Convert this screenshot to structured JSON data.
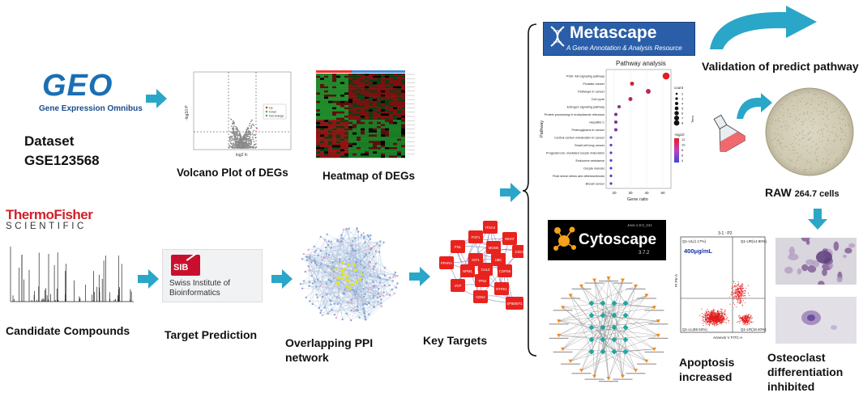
{
  "geo": {
    "logo_text": "GEO",
    "logo_sub": "Gene Expression Omnibus",
    "dataset_label": "Dataset",
    "dataset_id": "GSE123568"
  },
  "volcano": {
    "caption": "Volcano Plot of DEGs",
    "xlabel": "log2 fc",
    "ylabel": "-log10 P",
    "legend": [
      "Up",
      "Down",
      "Not change"
    ]
  },
  "heatmap": {
    "caption": "Heatmap of DEGs"
  },
  "thermo": {
    "brand_line1": "ThermoFisher",
    "brand_line2": "SCIENTIFIC",
    "caption": "Candidate Compounds"
  },
  "sib": {
    "logo_text": "SIB",
    "name_line1": "Swiss Institute of",
    "name_line2": "Bioinformatics",
    "caption": "Target Prediction"
  },
  "ppi": {
    "caption_line1": "Overlapping PPI",
    "caption_line2": "network"
  },
  "key_targets": {
    "caption": "Key Targets",
    "nodes": [
      "ITGA4",
      "FGF1",
      "WHAT",
      "FN1",
      "MCM6",
      "CSK1",
      "PPARA",
      "IGF1",
      "UBC",
      "CUL3",
      "NPM1",
      "COPS5",
      "TP53",
      "VCP",
      "NTRK1",
      "CDK2",
      "SPIBIWT1"
    ]
  },
  "metascape": {
    "logo_text": "Metascape",
    "tagline": "A Gene Annotation & Analysis Resource"
  },
  "pathway_chart": {
    "title": "Pathway analysis",
    "xlabel": "Gene ratio",
    "ylabel": "Pathway",
    "legend_count_title": "count",
    "legend_count_values": [
      "2",
      "3",
      "4",
      "5",
      "6",
      "7",
      "8"
    ],
    "legend_color_title": "-log10",
    "legend_color_values": [
      "12",
      "10",
      "8",
      "6",
      "4"
    ],
    "legend_term": "Term"
  },
  "chart_data": {
    "type": "scatter",
    "title": "Pathway analysis",
    "xlabel": "Gene ratio",
    "ylabel": "Pathway",
    "xlim": [
      15,
      55
    ],
    "x_ticks": [
      "20",
      "30",
      "40",
      "50"
    ],
    "categories": [
      "PI3K- Akt signaling pathway",
      "Prostate cancer",
      "Pathways in cancer",
      "Cell cycle",
      "Estrogen signaling pathway",
      "Protein processing in endoplasmic reticulum",
      "Hepatitis C",
      "Proteoglycans in cancer",
      "Central carbon metabolism in cancer",
      "Small cell lung cancer",
      "Progesterone- mediated oocyte maturation",
      "Endocrine resistance",
      "Oocyte meiosis",
      "Fluid shear stress and atherosclerosis",
      "Breast cancer"
    ],
    "series": [
      {
        "x": [
          52,
          31,
          41,
          30,
          23,
          21,
          21,
          21,
          18,
          18,
          18,
          18,
          18,
          18,
          18
        ],
        "count": [
          8,
          4,
          5,
          4,
          3,
          3,
          3,
          3,
          2,
          2,
          2,
          2,
          2,
          2,
          2
        ],
        "neg_log10": [
          12,
          11,
          10,
          10,
          8,
          7,
          7,
          7,
          5,
          5,
          5,
          5,
          5,
          5,
          5
        ]
      }
    ]
  },
  "validation": {
    "caption": "Validation of predict pathway"
  },
  "raw": {
    "caption_main": "RAW",
    "caption_sub": "264.7 cells"
  },
  "cytoscape": {
    "logo_text": "Cytoscape",
    "version": "3.7.2",
    "build": "Java 1.8.0_241"
  },
  "flow": {
    "panel_title": "3-1 : P2",
    "concentration": "400μg/mL",
    "q_ul": "Q1-UL(1.17%)",
    "q_ur": "Q1-UR(14.90%)",
    "q_ll": "Q1-LL(65.53%)",
    "q_lr": "Q1-LR(18.40%)",
    "xlabel": "Annexin V FITC-A",
    "ylabel": "PI PE-A"
  },
  "apoptosis": {
    "line1": "Apoptosis",
    "line2": "increased"
  },
  "osteoclast": {
    "line1": "Osteoclast",
    "line2": "differentiation",
    "line3": "inhibited"
  },
  "colors": {
    "arrow": "#2aa6c8",
    "geo_blue": "#1a6fb5",
    "thermo_red": "#d0202a",
    "metascape_blue": "#2a5ea8",
    "node_red": "#e8231e",
    "flow_red": "#e41b1b",
    "cyto_orange": "#f4a21b",
    "network_teal": "#1fa7a1"
  }
}
